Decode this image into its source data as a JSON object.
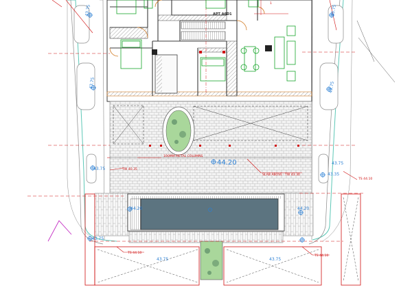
{
  "labels": {
    "apartment": "APT A6D1",
    "unit_number": "1",
    "column_note": "100MM METAL COLUMNS",
    "center_level": "44.20",
    "slab_note": "SLAB ABOVE",
    "tw_slab": "TW 43.30",
    "tw_left": "TW 40.35",
    "ts_right": "TS 44.10",
    "pool_left_level": "44.20",
    "pool_right_level": "44.20",
    "ts_bottom_left": "TS 44.10",
    "ts_bottom_right": "TS 44.10",
    "bottom_left_level": "43.75",
    "bottom_right_level": "43.75"
  },
  "levels": {
    "left_top": "43.75",
    "left_mid": "43.75",
    "left_low": "43.75",
    "right_top": "43.75",
    "right_mid": "43.75",
    "right_low": "43.75",
    "right_low_2": "43.35",
    "bottom_left_edge": "43.75"
  },
  "colors": {
    "wall": "#3a3a3a",
    "dimension": "#d01010",
    "furniture": "#17a52a",
    "level_marker": "#2a7fd4",
    "boundary": "#5cc7b6",
    "pool_water": "#5c7480",
    "stairs": "#d07820",
    "paving": "#9a9a9a",
    "accent": "#c020c0"
  }
}
